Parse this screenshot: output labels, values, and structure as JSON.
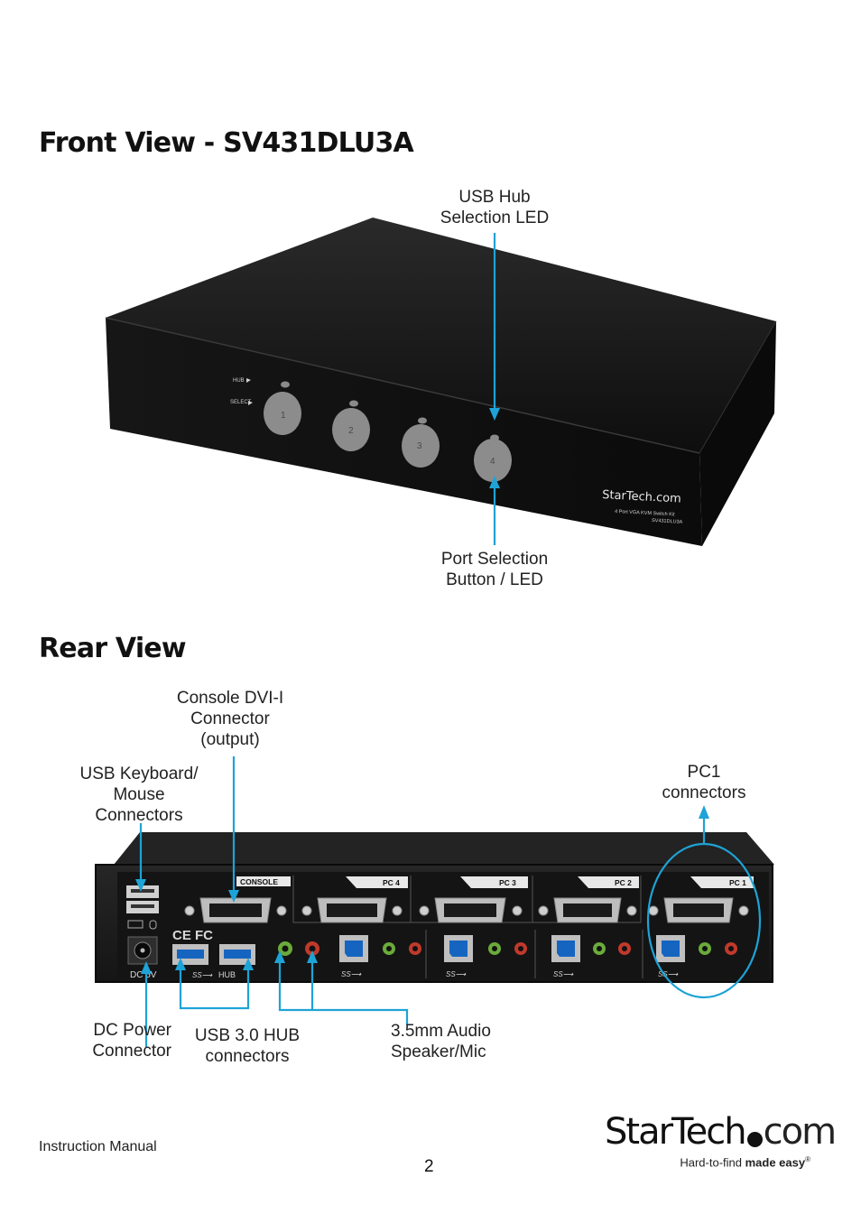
{
  "front": {
    "title": "Front View - SV431DLU3A",
    "callouts": {
      "usb_hub_led": [
        "USB Hub",
        "Selection LED"
      ],
      "port_select": [
        "Port Selection",
        "Button / LED"
      ]
    },
    "device": {
      "hub_label": "HUB",
      "select_label": "SELECT",
      "buttons": [
        "1",
        "2",
        "3",
        "4"
      ],
      "brand": "StarTech.com",
      "model_desc": "4 Port VGA KVM Switch Kit",
      "model": "SV431DLU3A"
    }
  },
  "rear": {
    "title": "Rear View",
    "callouts": {
      "console_dvi": [
        "Console DVI-I",
        "Connector",
        "(output)"
      ],
      "usb_km": [
        "USB Keyboard/",
        "Mouse",
        "Connectors"
      ],
      "pc1": [
        "PC1",
        "connectors"
      ],
      "dc_power": [
        "DC Power",
        "Connector"
      ],
      "usb3_hub": [
        "USB 3.0 HUB",
        "connectors"
      ],
      "audio": [
        "3.5mm Audio",
        "Speaker/Mic"
      ]
    },
    "device": {
      "console_label": "CONSOLE",
      "pc_labels": [
        "PC 4",
        "PC 3",
        "PC 2",
        "PC 1"
      ],
      "hub_label": "HUB",
      "dc_label": "DC 5V",
      "cert_label": "CE FC"
    }
  },
  "footer": {
    "manual": "Instruction Manual",
    "page": "2",
    "logo_start": "StarTech",
    "logo_end": "com",
    "tagline_light": "Hard-to-find ",
    "tagline_bold": "made easy",
    "tagline_mark": "®"
  },
  "colors": {
    "callout_line": "#1ea3d6",
    "device_body": "#1b1b1b"
  }
}
